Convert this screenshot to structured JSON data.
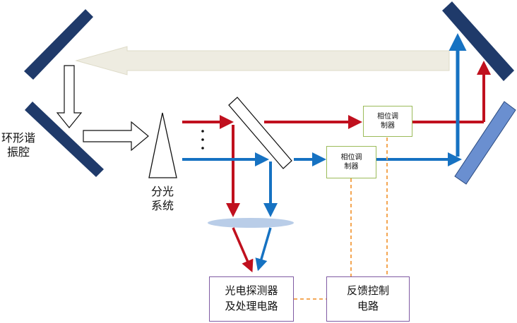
{
  "labels": {
    "ring_cavity_line1": "环形谐",
    "ring_cavity_line2": "振腔",
    "beam_splitter_line1": "分光",
    "beam_splitter_line2": "系统",
    "phase_modulator_top_line1": "相位调",
    "phase_modulator_top_line2": "制器",
    "phase_modulator_bottom_line1": "相位调",
    "phase_modulator_bottom_line2": "制器",
    "photodetector_line1": "光电探测器",
    "photodetector_line2": "及处理电路",
    "feedback_line1": "反馈控制",
    "feedback_line2": "电路",
    "ellipsis": "⋮"
  },
  "colors": {
    "mirror_dark": "#1f3a6a",
    "mirror_light": "#6a8fd0",
    "red_beam": "#c0101e",
    "blue_beam": "#1672c2",
    "return_beam": "#eeece1",
    "lens": "#b9cde8",
    "modulator_border": "#9bbb59",
    "circuit_border": "#7f5aa3",
    "feedback_dash": "#f39c40"
  }
}
